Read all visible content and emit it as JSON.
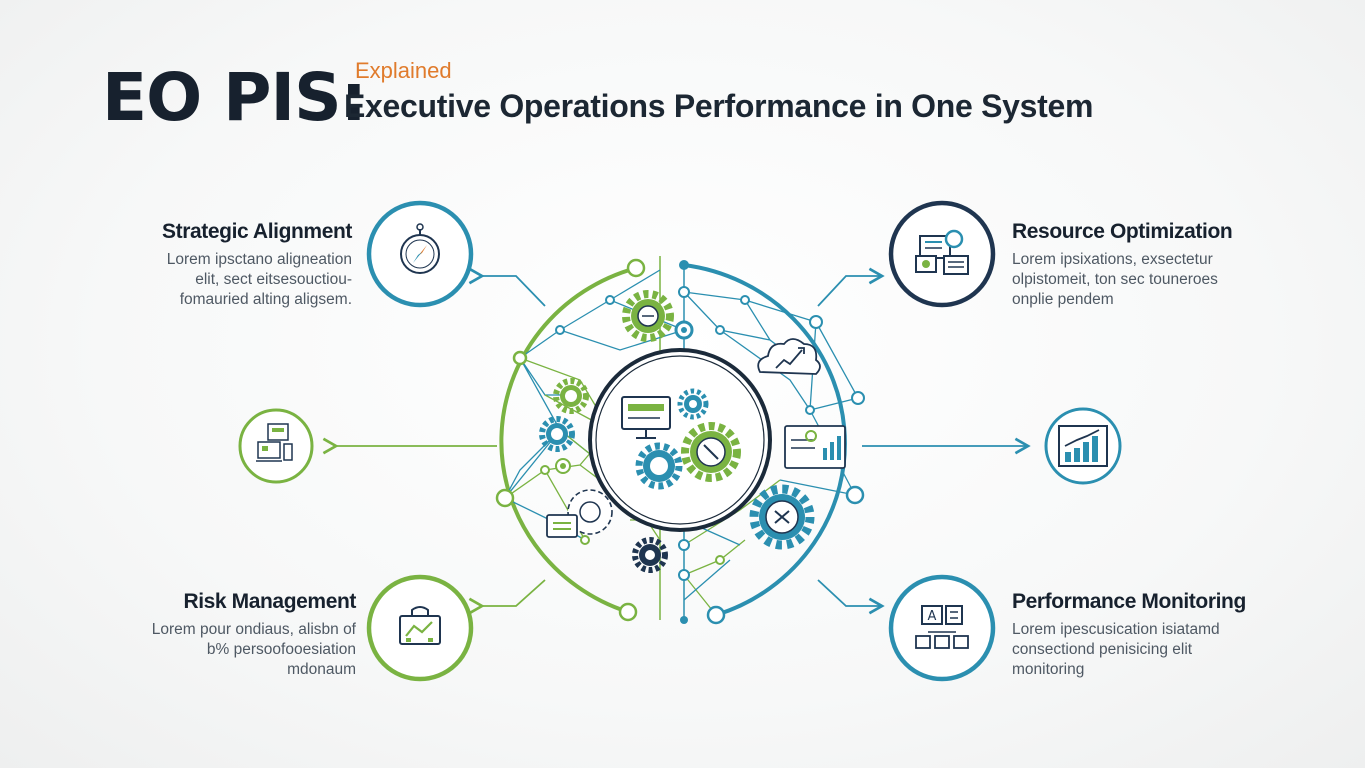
{
  "title": {
    "abbr": "EO PIS:",
    "tag": "Explained",
    "subtitle": "Executive Operations Performance in One System"
  },
  "colors": {
    "green": "#7ab342",
    "blue": "#2b8fb0",
    "navy": "#1f3550",
    "dark": "#17212e",
    "orange": "#e07b2c"
  },
  "nodes": {
    "strategic": {
      "title": "Strategic Alignment",
      "body": [
        "Lorem ipsctano aligneation",
        "elit, sect eitsesouctiou-",
        "fomauried alting aligsem."
      ],
      "icon": "compass-icon"
    },
    "resource": {
      "title": "Resource Optimization",
      "body": [
        "Lorem ipsixations, exsectetur",
        "olpistomeit, ton sec touneroes",
        "onplie pendem"
      ],
      "icon": "dashboard-icon"
    },
    "risk": {
      "title": "Risk Management",
      "body": [
        "Lorem pour ondiaus, alisbn of",
        "b% persoofooesiation",
        "mdonaum"
      ],
      "icon": "risk-chart-icon"
    },
    "performance": {
      "title": "Performance Monitoring",
      "body": [
        "Lorem ipescusication isiatamd",
        "consectiond penisicing elit",
        "monitoring"
      ],
      "icon": "org-chart-icon"
    },
    "left_middle": {
      "icon": "computer-icon"
    },
    "right_middle": {
      "icon": "bar-chart-icon"
    }
  }
}
